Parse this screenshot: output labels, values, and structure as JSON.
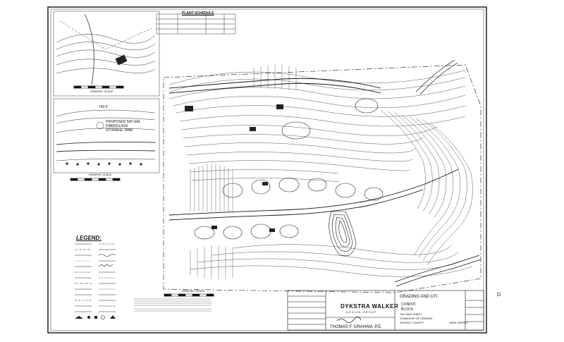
{
  "plant_schedule": {
    "title": "PLANT SCHEDULE"
  },
  "legend": {
    "title": "LEGEND:"
  },
  "graphic_scale": {
    "label": "GRAPHIC SCALE"
  },
  "inset": {
    "elevation": "743.5'",
    "tank_line1": "PROPOSED 500 GAL",
    "tank_line2": "FIBERGLASS",
    "tank_line3": "STORAGE TANK"
  },
  "title_block": {
    "firm_name": "DYKSTRA WALKER",
    "firm_sub": "DESIGN GROUP",
    "engineer": "THOMAS F. GRAHAM, P.E.",
    "sheet_title": "GRADING AND UTI",
    "sheet_number": "D",
    "lot": "CONDITI",
    "block": "BLOCK",
    "tax_map": "TAX MAP SHEET",
    "municipality": "TOWNSHIP OF VERNON",
    "county": "SUSSEX COUNTY",
    "state": "NEW JERSEY"
  }
}
